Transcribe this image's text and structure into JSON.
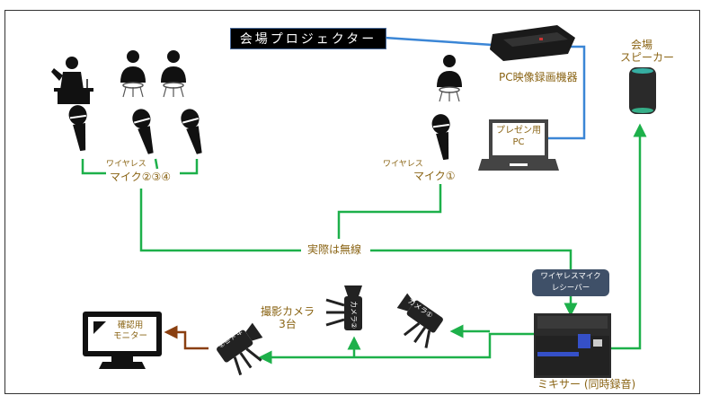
{
  "diagram": {
    "projector_label": "会場プロジェクター",
    "recorder_label": "PC映像録画機器",
    "speaker_label_line1": "会場",
    "speaker_label_line2": "スピーカー",
    "laptop_label_line1": "プレゼン用",
    "laptop_label_line2": "PC",
    "mic_group_label_small": "ワイヤレス",
    "mic_group_label": "マイク②③④",
    "mic_single_label_small": "ワイヤレス",
    "mic_single_label": "マイク①",
    "wireless_note": "実際は無線",
    "receiver_label_line1": "ワイヤレスマイク",
    "receiver_label_line2": "レシーバー",
    "mixer_label": "ミキサー (同時録音)",
    "cameras_label_line1": "撮影カメラ",
    "cameras_label_line2": "3台",
    "camera1_label": "カメラ①",
    "camera2_label": "カメラ②",
    "camera3_label": "カメラ③",
    "monitor_label_line1": "確認用",
    "monitor_label_line2": "モニター",
    "colors": {
      "audio_line": "#1db04a",
      "video_line": "#3b86d6",
      "monitor_line": "#8a3f10",
      "label_text": "#8a6414",
      "receiver_box": "#3f5068"
    }
  }
}
